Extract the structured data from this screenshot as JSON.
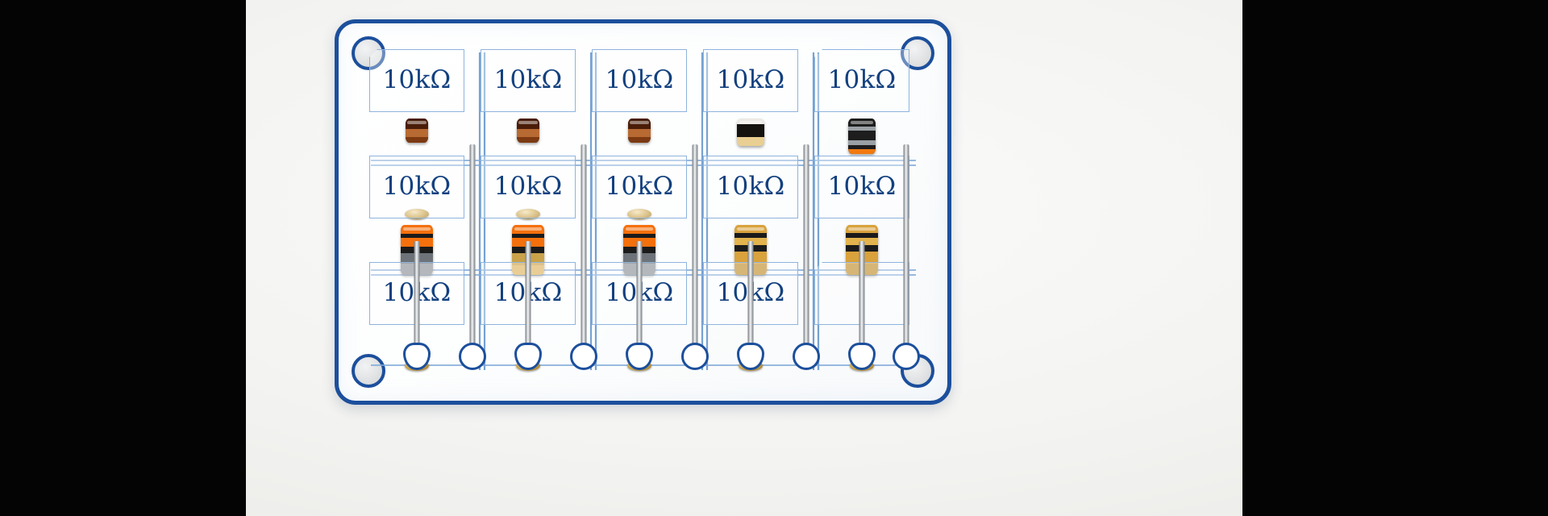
{
  "scene": {
    "subject": "printed-circuit-board with through-hole resistors",
    "background_color": "#f2f2ef",
    "letterbox_color": "#000000"
  },
  "board": {
    "outline_color": "#1c4f9c",
    "surface_color": "#ffffff",
    "silkscreen_color": "#8fb4dd",
    "text_color": "#12407f",
    "mounting_holes": [
      {
        "name": "hole-top-left",
        "position": "top-left"
      },
      {
        "name": "hole-top-right",
        "position": "top-right"
      },
      {
        "name": "hole-bottom-left",
        "position": "bottom-left"
      },
      {
        "name": "hole-bottom-right",
        "position": "bottom-right"
      }
    ]
  },
  "grid": {
    "rows": 3,
    "columns": 5,
    "cells": [
      {
        "row": 1,
        "col": 1,
        "label": "10kΩ",
        "has_label": true,
        "resistor": {
          "present": true,
          "style": "brown-two-tone",
          "bands": [
            "#4a1d08",
            "#b86a33",
            "#7c3a12"
          ]
        }
      },
      {
        "row": 1,
        "col": 2,
        "label": "10kΩ",
        "has_label": true,
        "resistor": {
          "present": true,
          "style": "brown-two-tone",
          "bands": [
            "#4a1d08",
            "#b86a33",
            "#7c3a12"
          ]
        }
      },
      {
        "row": 1,
        "col": 3,
        "label": "10kΩ",
        "has_label": true,
        "resistor": {
          "present": true,
          "style": "brown-two-tone",
          "bands": [
            "#4a1d08",
            "#b86a33",
            "#7c3a12"
          ]
        }
      },
      {
        "row": 1,
        "col": 4,
        "label": "10kΩ",
        "has_label": true,
        "resistor": {
          "present": true,
          "style": "white-black-gold",
          "bands": [
            "#e8e8e4",
            "#14130f",
            "#e8cb89"
          ]
        }
      },
      {
        "row": 1,
        "col": 5,
        "label": "10kΩ",
        "has_label": true,
        "resistor": {
          "present": true,
          "style": "black-gray-orange",
          "bands": [
            "#1a1a1a",
            "#9aa0a4",
            "#1a1a1a",
            "#f07a10"
          ]
        }
      },
      {
        "row": 2,
        "col": 1,
        "label": "10kΩ",
        "has_label": true,
        "resistor": {
          "present": true,
          "style": "orange-black-gray",
          "bands": [
            "#f4700c",
            "#1b1b1b",
            "#f4700c",
            "#1b1b1b",
            "#8d9399"
          ]
        }
      },
      {
        "row": 2,
        "col": 2,
        "label": "10kΩ",
        "has_label": true,
        "resistor": {
          "present": true,
          "style": "orange-black-gold",
          "bands": [
            "#f4700c",
            "#1b1b1b",
            "#f4700c",
            "#1b1b1b",
            "#c9a css"
          ]
        }
      },
      {
        "row": 2,
        "col": 3,
        "label": "10kΩ",
        "has_label": true,
        "resistor": {
          "present": true,
          "style": "orange-black-gray",
          "bands": [
            "#f4700c",
            "#1b1b1b",
            "#f4700c",
            "#1b1b1b",
            "#8d9399"
          ]
        }
      },
      {
        "row": 2,
        "col": 4,
        "label": "10kΩ",
        "has_label": true,
        "resistor": {
          "present": true,
          "style": "gold-black-gold",
          "bands": [
            "#d9a23c",
            "#1b1b1b",
            "#e3b košice",
            "#1b1b1b",
            "#d9a23c"
          ]
        }
      },
      {
        "row": 2,
        "col": 5,
        "label": "10kΩ",
        "has_label": true,
        "resistor": {
          "present": true,
          "style": "gold-black-gold",
          "bands": [
            "#d9a23c",
            "#1b1b1b",
            "#e3b34d",
            "#1b1b1b",
            "#d9a23c"
          ]
        }
      },
      {
        "row": 3,
        "col": 1,
        "label": "10kΩ",
        "has_label": true,
        "resistor": {
          "present": false
        }
      },
      {
        "row": 3,
        "col": 2,
        "label": "10kΩ",
        "has_label": true,
        "resistor": {
          "present": false
        }
      },
      {
        "row": 3,
        "col": 3,
        "label": "10kΩ",
        "has_label": true,
        "resistor": {
          "present": false
        }
      },
      {
        "row": 3,
        "col": 4,
        "label": "10kΩ",
        "has_label": true,
        "resistor": {
          "present": false
        }
      },
      {
        "row": 3,
        "col": 5,
        "label": "",
        "has_label": false,
        "resistor": {
          "present": false
        }
      }
    ]
  },
  "labels": {
    "value": "10kΩ"
  },
  "pads": {
    "count": 10,
    "ring_color": "#1c4f9c"
  }
}
